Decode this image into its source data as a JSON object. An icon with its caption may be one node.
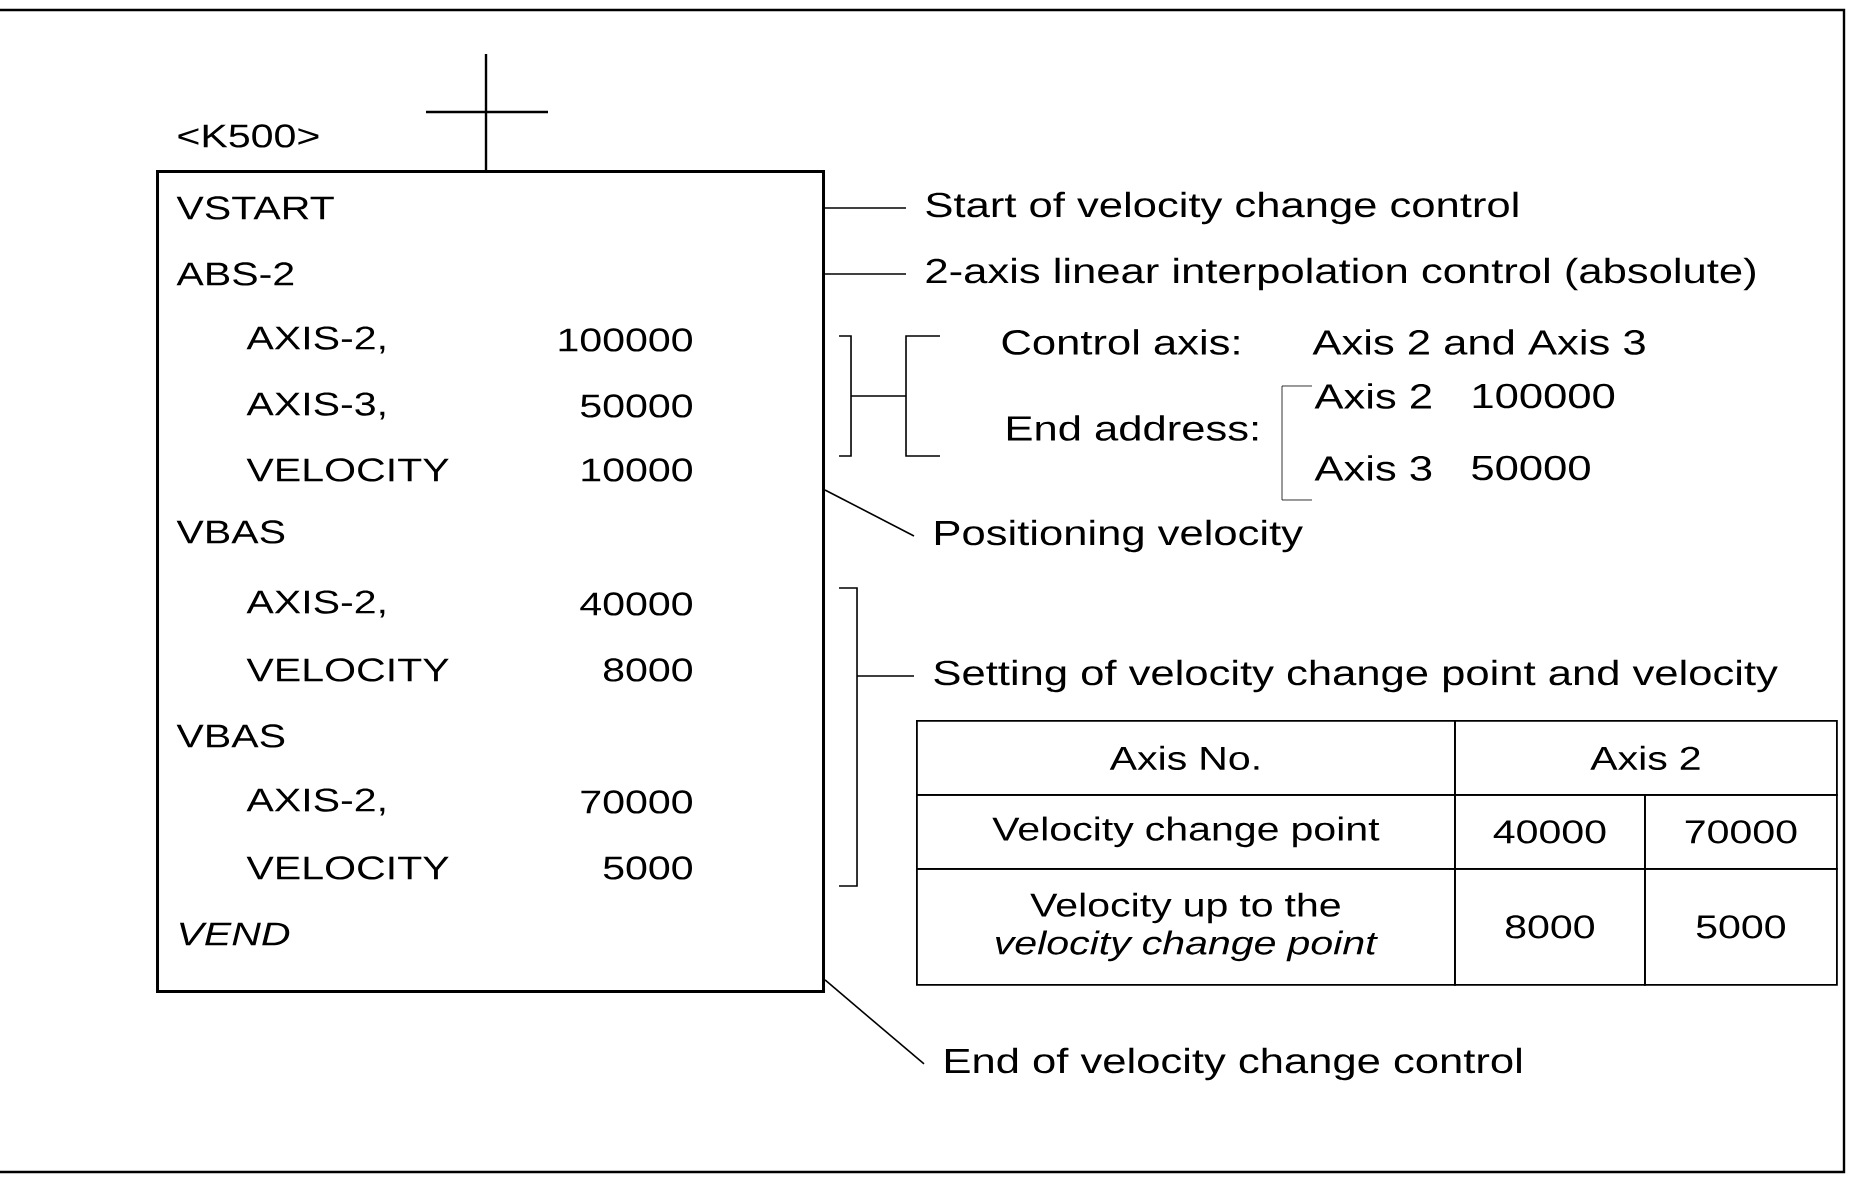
{
  "diagram": {
    "nodes": [
      {
        "beside": [
          "<K500>"
        ],
        "text": [
          "VSTART",
          "ABS-2",
          "AXIS-2,",
          "100000",
          "AXIS-3,",
          "50000",
          "VELOCITY",
          "10000",
          "VBAS",
          "AXIS-2,",
          "40000",
          "VELOCITY",
          "8000",
          "VBAS",
          "AXIS-2,",
          "70000",
          "VELOCITY",
          "5000",
          "VEND"
        ]
      },
      {
        "text": [
          "Start of velocity change control"
        ]
      },
      {
        "text": [
          "2-axis linear interpolation control (absolute)"
        ]
      },
      {
        "text": [
          "Control axis:",
          "Axis 2 and Axis 3",
          "End address:",
          "Axis 2",
          "100000",
          "Axis 3",
          "50000"
        ]
      },
      {
        "text": [
          "Positioning velocity"
        ]
      },
      {
        "text": [
          "Setting of velocity change point and velocity"
        ]
      },
      {
        "text": [
          "End of velocity change control"
        ]
      }
    ],
    "edges": [
      {
        "from": 1,
        "to": 0,
        "arrow": "none"
      },
      {
        "from": 2,
        "to": 0,
        "arrow": "none"
      },
      {
        "from": 3,
        "to": 0,
        "arrow": "none"
      },
      {
        "from": 4,
        "to": 0,
        "arrow": "none"
      },
      {
        "from": 5,
        "to": 0,
        "arrow": "none"
      },
      {
        "from": 6,
        "to": 0,
        "arrow": "none"
      }
    ],
    "labels": [
      "Axis No.",
      "Axis 2",
      "Velocity change point",
      "40000",
      "70000",
      "Velocity up to the *velocity change point*",
      "8000",
      "5000"
    ]
  }
}
